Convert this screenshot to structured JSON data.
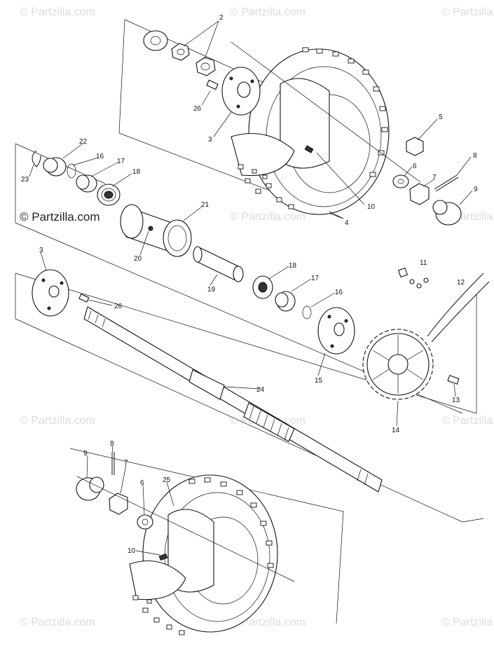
{
  "watermarks": {
    "tile": "© Partzilla.com",
    "main": "© Partzilla.com"
  },
  "callouts": {
    "c2": "2",
    "c26a": "26",
    "c3a": "3",
    "c5": "5",
    "c8a": "8",
    "c22": "22",
    "c16a": "16",
    "c17a": "17",
    "c18a": "18",
    "c23": "23",
    "c6a": "6",
    "c7a": "7",
    "c9a": "9",
    "c10a": "10",
    "c21": "21",
    "c4": "4",
    "c20": "20",
    "c11": "11",
    "c18b": "18",
    "c3b": "3",
    "c17b": "17",
    "c12": "12",
    "c19": "19",
    "c16b": "16",
    "c26b": "26",
    "c15": "15",
    "c24": "24",
    "c13": "13",
    "c14": "14",
    "c9b": "9",
    "c8b": "8",
    "c7b": "7",
    "c6b": "6",
    "c25": "25",
    "c10b": "10"
  },
  "colors": {
    "ink": "#111111",
    "watermark": "#dcdcdc",
    "background": "#ffffff"
  }
}
